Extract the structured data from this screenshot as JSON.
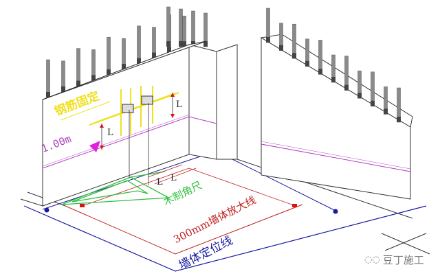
{
  "labels": {
    "rebar_fixing": "钢筋固定",
    "height_mark": "1.00m",
    "dimension_l": "L",
    "square_tool": "木制角尺",
    "offset_line": "300mm墙体放大线",
    "axis_line": "墙体定位线"
  },
  "watermark": {
    "text": "豆丁施工",
    "icon": "wechat-icon"
  },
  "colors": {
    "wall_line": "#333333",
    "rebar": "#8a8a8a",
    "yellow": "#f0e020",
    "magenta": "#b040c0",
    "red": "#c02020",
    "blue": "#1a1aa0",
    "green": "#30c040"
  }
}
